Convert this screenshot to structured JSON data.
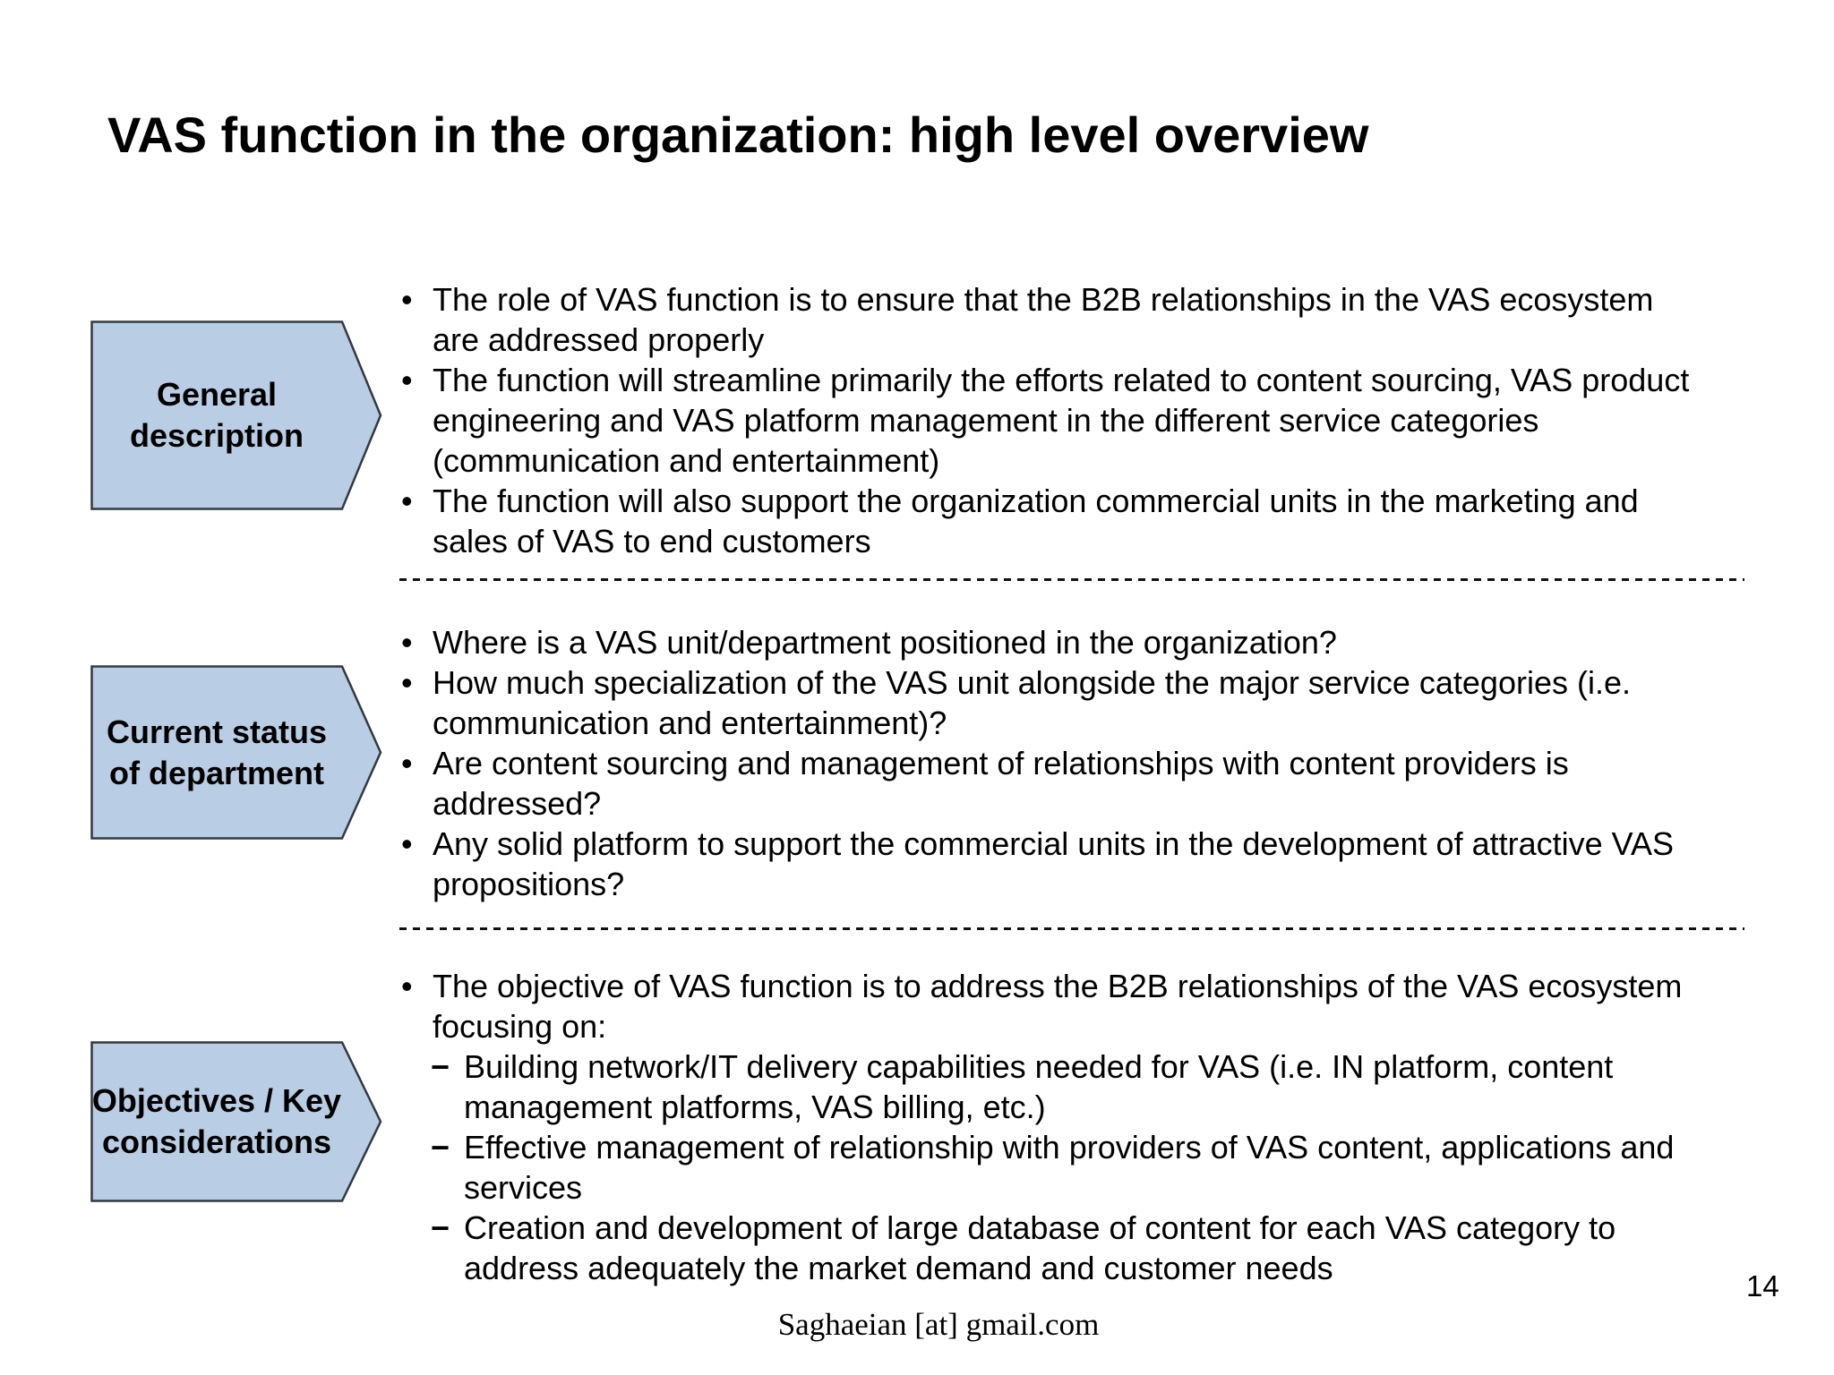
{
  "slide": {
    "title": "VAS function in the organization: high level overview",
    "footer_email": "Saghaeian [at] gmail.com",
    "page_number": "14"
  },
  "markers": {
    "bullet": "•",
    "dash": "−"
  },
  "colors": {
    "background": "#ffffff",
    "arrow_fill": "#b9cde4",
    "arrow_border": "#333940",
    "text": "#000000"
  },
  "sections": [
    {
      "label": "General\ndescription",
      "bullets": [
        {
          "level": 1,
          "text": "The role of VAS function is to ensure that the B2B relationships in the VAS ecosystem\nare addressed properly"
        },
        {
          "level": 1,
          "text": "The function will streamline primarily the efforts related to content sourcing, VAS product\nengineering and VAS platform management in the different service categories\n(communication and entertainment)"
        },
        {
          "level": 1,
          "text": "The function will also support the organization commercial units in the marketing and\nsales of VAS to end customers"
        }
      ]
    },
    {
      "label": "Current status\nof department",
      "bullets": [
        {
          "level": 1,
          "text": "Where is a VAS unit/department positioned in the organization?"
        },
        {
          "level": 1,
          "text": "How much specialization of the VAS unit alongside the major service categories (i.e.\ncommunication and entertainment)?"
        },
        {
          "level": 1,
          "text": "Are content sourcing and management of relationships with content providers is\naddressed?"
        },
        {
          "level": 1,
          "text": "Any solid platform to support the commercial units in the development of attractive VAS\npropositions?"
        }
      ]
    },
    {
      "label": "Objectives / Key\nconsiderations",
      "bullets": [
        {
          "level": 1,
          "text": "The objective of VAS function is to address the B2B relationships of the VAS ecosystem\nfocusing on:"
        },
        {
          "level": 2,
          "text": "Building network/IT delivery capabilities needed for VAS (i.e. IN platform, content\nmanagement platforms, VAS billing, etc.)"
        },
        {
          "level": 2,
          "text": "Effective management of relationship with providers of VAS content, applications and\nservices"
        },
        {
          "level": 2,
          "text": "Creation and development of large database of content for each VAS category to\naddress adequately the market demand and customer needs"
        }
      ]
    }
  ]
}
